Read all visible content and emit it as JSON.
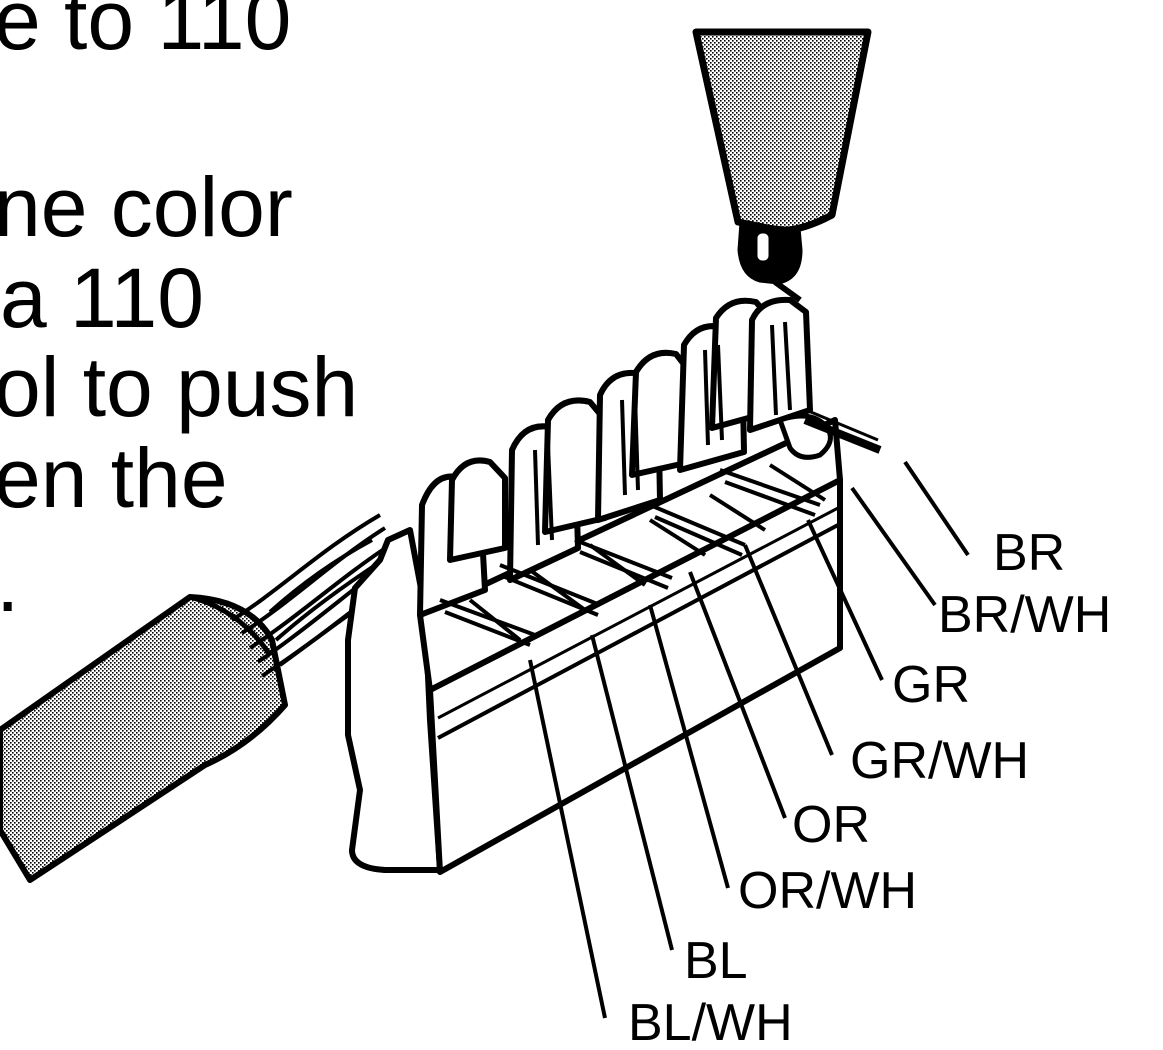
{
  "instructions": {
    "lines": [
      "e to 110",
      "ne color",
      "a 110",
      "ol to push",
      "en the",
      "."
    ]
  },
  "wire_labels": [
    "BR",
    "BR/WH",
    "GR",
    "GR/WH",
    "OR",
    "OR/WH",
    "BL",
    "BL/WH"
  ],
  "colors": {
    "ink": "#000000",
    "paper": "#ffffff",
    "stipple": "#b9b9b9"
  },
  "icons": {
    "tool": "punch-down-tool-icon",
    "cable": "cable-jacket-icon",
    "block": "110-connecting-block-icon"
  }
}
